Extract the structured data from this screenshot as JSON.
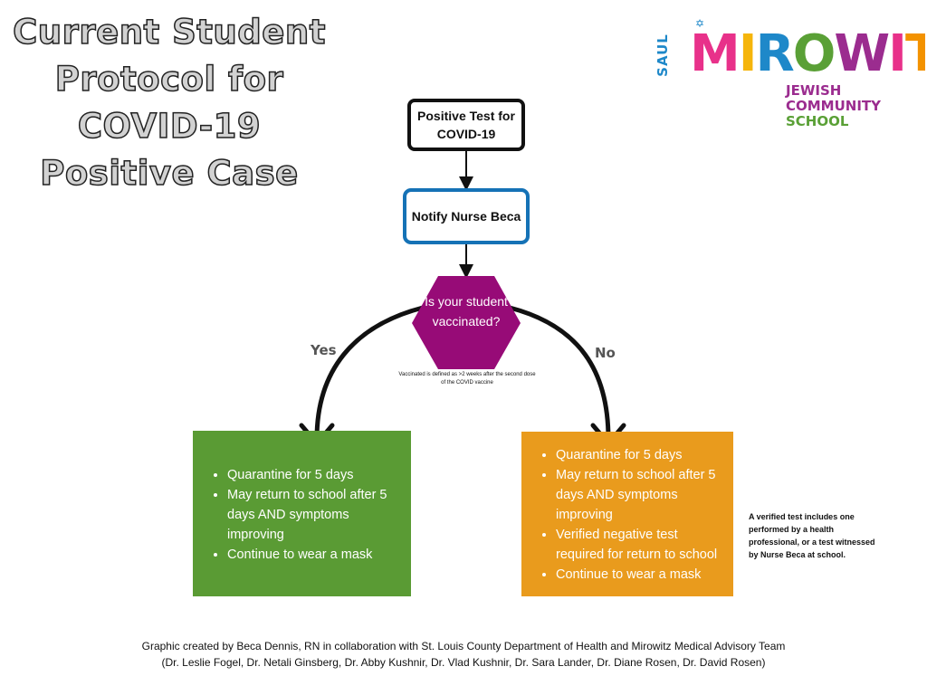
{
  "title": {
    "line1": "Current Student",
    "line2": "Protocol for",
    "line3": "COVID-19",
    "line4": "Positive Case"
  },
  "logo": {
    "saul": "SAUL",
    "name": "MIROWITZ",
    "sub1": "JEWISH",
    "sub2": "COMMUNITY",
    "sub3": "SCHOOL"
  },
  "flow": {
    "step1": "Positive Test for COVID-19",
    "step2": "Notify Nurse Beca",
    "question": "Is your student vaccinated?",
    "vaccinated_note": "Vaccinated is defined as >2 weeks after the second dose of the COVID vaccine",
    "yes_label": "Yes",
    "no_label": "No"
  },
  "yes_panel": {
    "items": [
      "Quarantine for 5 days",
      "May return to school after 5 days AND symptoms improving",
      "Continue to wear a mask"
    ]
  },
  "no_panel": {
    "items": [
      "Quarantine for 5 days",
      "May return to school after 5 days AND symptoms improving",
      "Verified negative test required for return to school",
      "Continue to wear a mask"
    ]
  },
  "verified_note": "A verified test includes one performed by a health professional, or a test witnessed by Nurse Beca at school.",
  "credits": {
    "line1": "Graphic created by Beca Dennis, RN in collaboration with St. Louis County Department of Health and Mirowitz Medical Advisory Team",
    "line2": "(Dr. Leslie Fogel, Dr. Netali Ginsberg, Dr. Abby Kushnir, Dr. Vlad Kushnir, Dr. Sara Lander, Dr. Diane Rosen, Dr. David Rosen)"
  },
  "colors": {
    "yes_panel": "#5a9b34",
    "no_panel": "#e99b1d",
    "decision": "#970b77",
    "notify_border": "#1572b6"
  }
}
